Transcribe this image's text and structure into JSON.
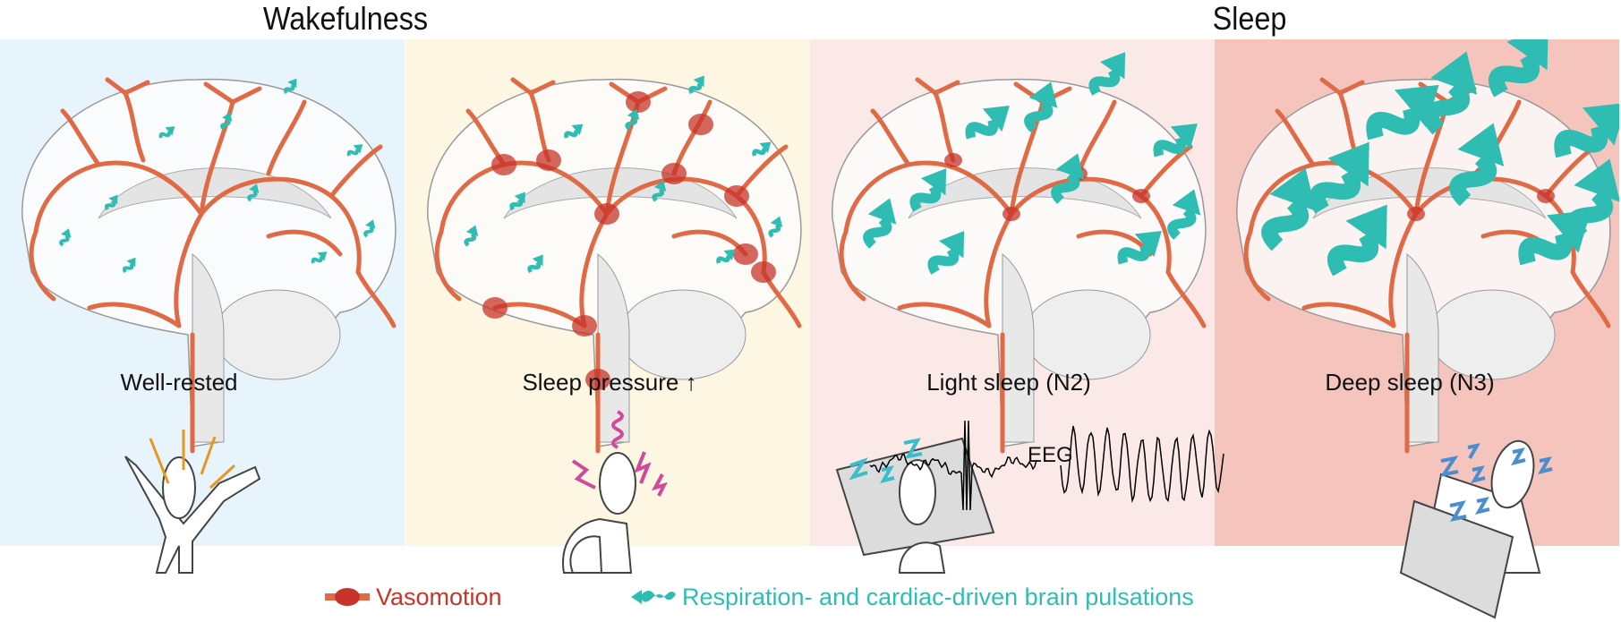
{
  "headers": {
    "wake": "Wakefulness",
    "sleep": "Sleep"
  },
  "panels": [
    {
      "label": "Well-rested",
      "bg": "#e8f4fb",
      "vasomotion": 0,
      "pulsation": 1
    },
    {
      "label": "Sleep pressure",
      "bg": "#fdf6e3",
      "vasomotion": 3,
      "pulsation": 1,
      "arrow": "↑"
    },
    {
      "label": "Light sleep (N2)",
      "bg": "#fbe9e8",
      "vasomotion": 1,
      "pulsation": 2
    },
    {
      "label": "Deep sleep (N3)",
      "bg": "#f5c4bd",
      "vasomotion": 1,
      "pulsation": 3
    }
  ],
  "eeg_label": "EEG",
  "legend": {
    "vasomotion": "Vasomotion",
    "pulsations": "Respiration- and cardiac-driven brain pulsations"
  },
  "colors": {
    "vessel": "#e06a45",
    "vasomotion": "#c8342a",
    "pulsation": "#2fbdb3",
    "awake_rays": "#e8961e",
    "stress": "#d04a9a",
    "zzz_light": "#3dbccc",
    "zzz_deep": "#4a8ed0"
  }
}
